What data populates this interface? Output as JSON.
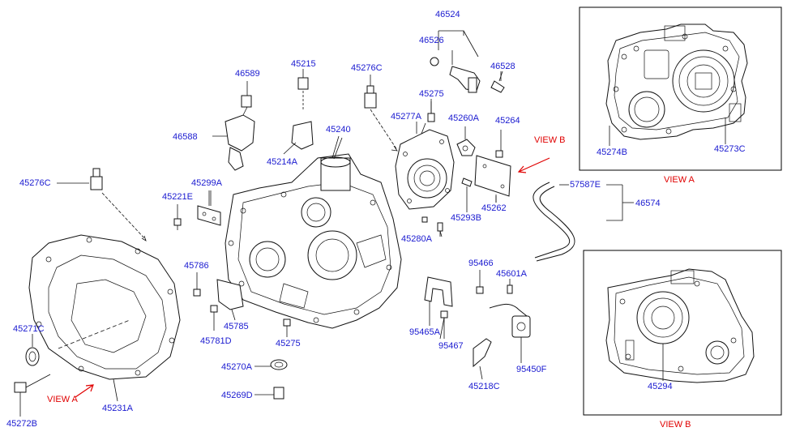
{
  "colors": {
    "label": "#1a1ad0",
    "view_label": "#e00000",
    "line": "#111111"
  },
  "view_a": {
    "title": "VIEW A",
    "parts": [
      "45274B",
      "45273C"
    ]
  },
  "view_b": {
    "title": "VIEW B",
    "parts": [
      "45294"
    ]
  },
  "callouts": {
    "view_a_arrow": "VIEW A",
    "view_b_arrow": "VIEW B"
  },
  "labels": {
    "p46524": "46524",
    "p46526": "46526",
    "p46528": "46528",
    "p46589": "46589",
    "p45215": "45215",
    "p45276C_top": "45276C",
    "p45275_top": "45275",
    "p46588": "46588",
    "p45277A": "45277A",
    "p45260A": "45260A",
    "p45264": "45264",
    "p45240": "45240",
    "p45214A": "45214A",
    "p45276C_left": "45276C",
    "p45299A": "45299A",
    "p45221E": "45221E",
    "p57587E": "57587E",
    "p46574": "46574",
    "p45262": "45262",
    "p45293B": "45293B",
    "p45280A": "45280A",
    "p95466": "95466",
    "p45601A": "45601A",
    "p45786": "45786",
    "p45785": "45785",
    "p45781D": "45781D",
    "p45275_bottom": "45275",
    "p95465A": "95465A",
    "p95467": "95467",
    "p45271C": "45271C",
    "p45270A": "45270A",
    "p95450F": "95450F",
    "p45218C": "45218C",
    "p45269D": "45269D",
    "p45231A": "45231A",
    "p45272B": "45272B"
  }
}
